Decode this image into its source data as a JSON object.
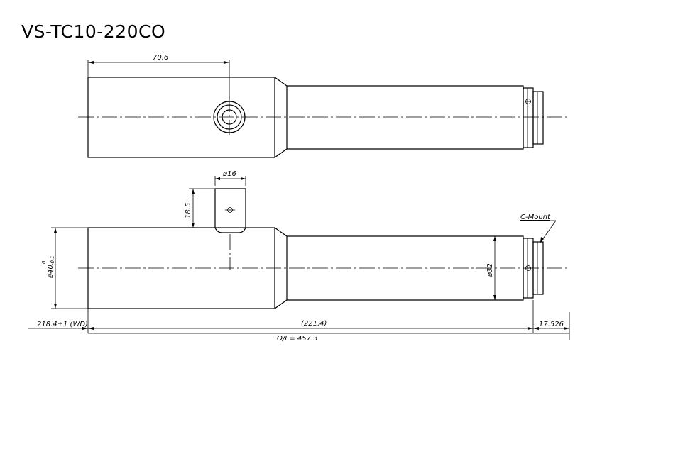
{
  "title": "VS-TC10-220CO",
  "dimensions": {
    "top_length": "70.6",
    "port_diameter": "ø16",
    "port_height": "18.5",
    "body_diameter": "ø40",
    "body_tol_upper": "0",
    "body_tol_lower": "-0.1",
    "tube_diameter": "ø32",
    "wd": "218.4±1 (WD)",
    "middle_length": "(221.4)",
    "mount_length": "17.526",
    "total": "O/I = 457.3"
  },
  "labels": {
    "mount": "C-Mount"
  }
}
